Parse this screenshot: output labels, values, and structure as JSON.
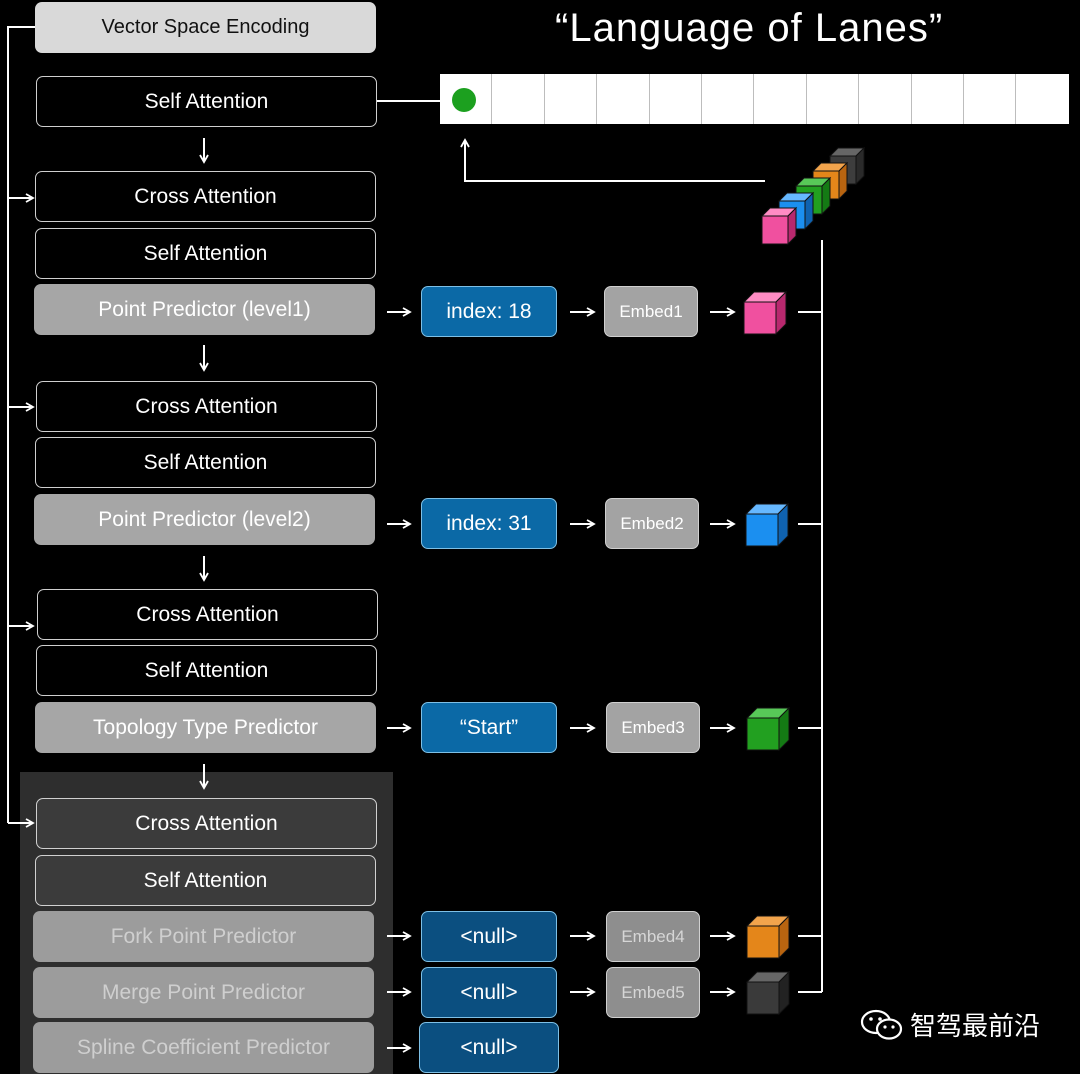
{
  "title": "“Language of Lanes”",
  "header": {
    "label": "Vector Space Encoding"
  },
  "blocks": {
    "self_attention_top": "Self Attention",
    "cross_attention_1": "Cross Attention",
    "self_attention_1": "Self Attention",
    "point_predictor_1": "Point Predictor (level1)",
    "cross_attention_2": "Cross Attention",
    "self_attention_2": "Self Attention",
    "point_predictor_2": "Point Predictor (level2)",
    "cross_attention_3": "Cross Attention",
    "self_attention_3": "Self Attention",
    "topology_type_predictor": "Topology Type Predictor",
    "cross_attention_4": "Cross Attention",
    "self_attention_4": "Self Attention",
    "fork_point_predictor": "Fork Point Predictor",
    "merge_point_predictor": "Merge Point Predictor",
    "spline_coefficient_predictor": "Spline Coefficient Predictor"
  },
  "outputs": {
    "index_1": "index: 18",
    "index_2": "index: 31",
    "start": "“Start”",
    "null_1": "<null>",
    "null_2": "<null>",
    "null_3": "<null>"
  },
  "embeds": {
    "embed_1": "Embed1",
    "embed_2": "Embed2",
    "embed_3": "Embed3",
    "embed_4": "Embed4",
    "embed_5": "Embed5"
  },
  "token_colors": {
    "pink": "#f0509f",
    "blue": "#1b8ff0",
    "green": "#22a020",
    "orange": "#e4861a",
    "dark": "#3a3a3a",
    "dot": "#1ca01f"
  },
  "token_cells": 12,
  "watermark": {
    "text": "智驾最前沿",
    "icon": "wechat-icon"
  }
}
